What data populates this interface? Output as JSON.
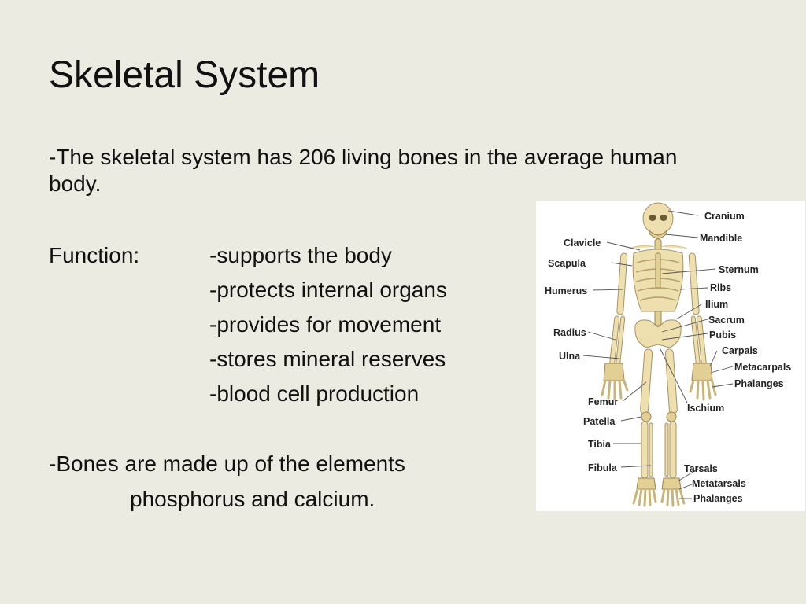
{
  "slide": {
    "title": "Skeletal System",
    "intro": "-The skeletal system has 206 living bones in the average human body.",
    "function_label": "Function:",
    "functions": [
      "-supports the body",
      "-protects internal organs",
      "-provides for movement",
      "-stores mineral reserves",
      "-blood cell production"
    ],
    "bones_line1": "-Bones are made up of the elements",
    "bones_line2": "phosphorus and calcium."
  },
  "figure": {
    "labels": {
      "cranium": "Cranium",
      "mandible": "Mandible",
      "clavicle": "Clavicle",
      "scapula": "Scapula",
      "sternum": "Sternum",
      "humerus": "Humerus",
      "ribs": "Ribs",
      "ilium": "Ilium",
      "sacrum": "Sacrum",
      "radius": "Radius",
      "pubis": "Pubis",
      "ulna": "Ulna",
      "carpals": "Carpals",
      "metacarpals": "Metacarpals",
      "phalanges_hand": "Phalanges",
      "femur": "Femur",
      "ischium": "Ischium",
      "patella": "Patella",
      "tibia": "Tibia",
      "fibula": "Fibula",
      "tarsals": "Tarsals",
      "metatarsals": "Metatarsals",
      "phalanges_foot": "Phalanges"
    }
  }
}
